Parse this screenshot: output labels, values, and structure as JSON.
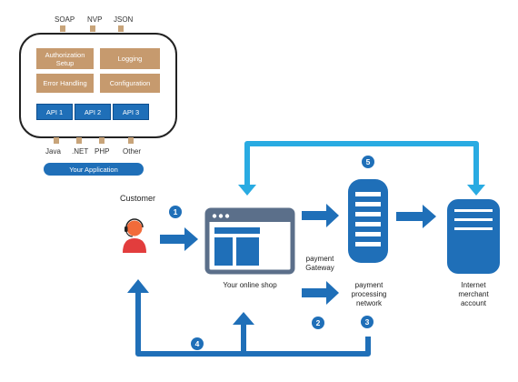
{
  "app_box": {
    "protocols": [
      "SOAP",
      "NVP",
      "JSON"
    ],
    "modules": {
      "authorization_setup": "Authorization Setup",
      "logging": "Logging",
      "error_handling": "Error Handling",
      "configuration": "Configuration"
    },
    "apis": [
      "API 1",
      "API 2",
      "API 3"
    ],
    "languages": [
      ".NET",
      "Java",
      "PHP",
      "Other"
    ],
    "your_application": "Your Application"
  },
  "flow": {
    "customer": "Customer",
    "online_shop": "Your online shop",
    "payment_gateway": "payment Gateway",
    "payment_processing_network": "payment processing network",
    "internet_merchant_account": "Internet merchant account",
    "steps": [
      "1",
      "2",
      "3",
      "4",
      "5"
    ]
  },
  "colors": {
    "primary_blue": "#1f6fb8",
    "light_blue": "#29abe2",
    "tan": "#c69a6e",
    "slate": "#5b6f8a",
    "customer_orange": "#f26b3a"
  }
}
